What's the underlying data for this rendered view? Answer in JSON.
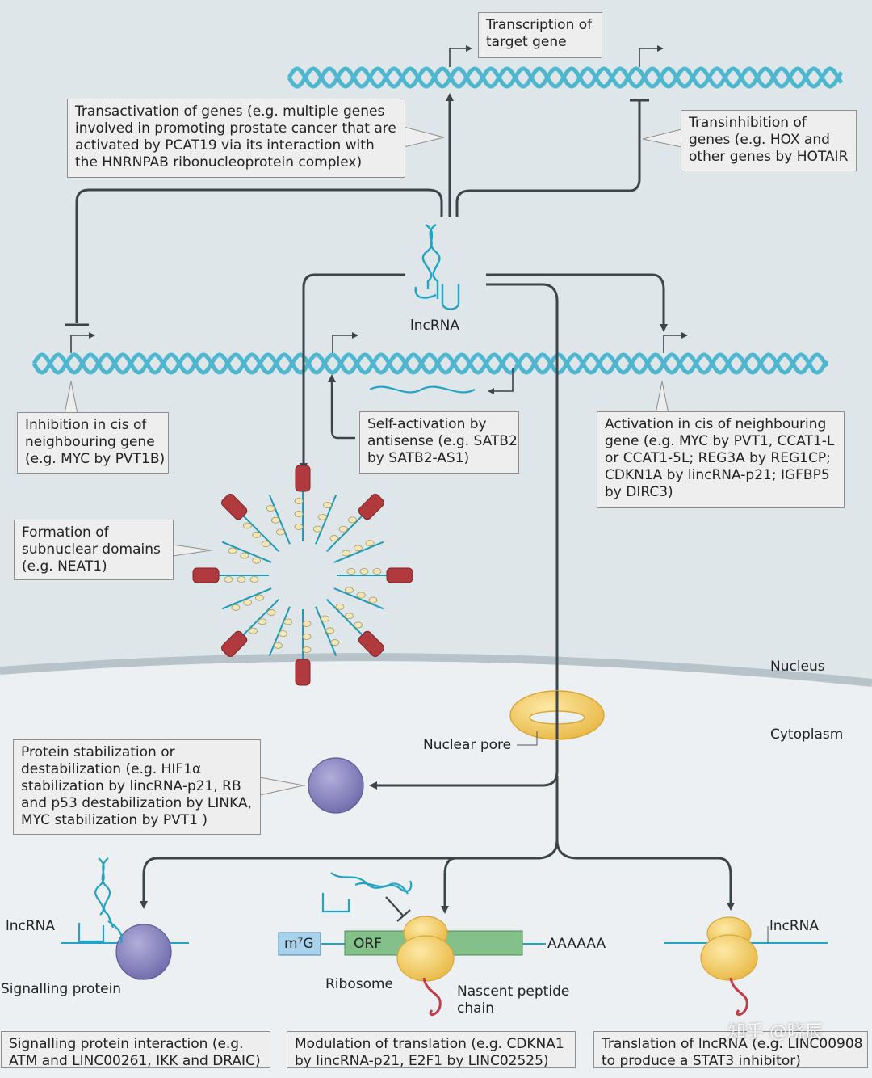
{
  "labels": {
    "transcription_target": [
      "Transcription of",
      "target gene"
    ],
    "transactivation": [
      "Transactivation of genes (e.g. multiple genes",
      "involved in promoting prostate cancer that are",
      "activated by PCAT19 via its interaction with",
      "the HNRNPAB ribonucleoprotein complex)"
    ],
    "transinhibition": [
      "Transinhibition of",
      "genes (e.g. HOX and",
      "other genes by HOTAIR"
    ],
    "lncrna_center": "lncRNA",
    "inhibition_cis": [
      "Inhibition in cis of",
      "neighbouring gene",
      "(e.g. MYC by PVT1B)"
    ],
    "self_activation": [
      "Self-activation by",
      "antisense (e.g. SATB2",
      "by SATB2-AS1)"
    ],
    "activation_cis": [
      "Activation in cis of neighbouring",
      "gene (e.g. MYC by PVT1, CCAT1-L",
      "or CCAT1-5L;  REG3A by REG1CP;",
      "CDKN1A by lincRNA-p21; IGFBP5",
      "by DIRC3)"
    ],
    "subnuclear": [
      "Formation of",
      "subnuclear domains",
      "(e.g. NEAT1)"
    ],
    "nucleus": "Nucleus",
    "cytoplasm": "Cytoplasm",
    "nuclear_pore": "Nuclear pore",
    "protein_stab": [
      "Protein stabilization or",
      "destabilization (e.g. HIF1α",
      "stabilization by lincRNA-p21, RB",
      "and p53 destabilization by LINKA,",
      "MYC stabilization by PVT1 )"
    ],
    "lncrna_left": "lncRNA",
    "signalling_protein": "Signalling protein",
    "m7g": "m⁷G",
    "orf": "ORF",
    "polya": "AAAAAA",
    "ribosome": "Ribosome",
    "nascent": [
      "Nascent peptide",
      "chain"
    ],
    "lncrna_right": "lncRNA",
    "bottom_signalling": [
      "Signalling protein interaction (e.g.",
      "ATM and LINC00261, IKK and DRAIC)"
    ],
    "bottom_translation_mod": [
      "Modulation of translation (e.g. CDKNA1",
      "by lincRNA-p21, E2F1 by LINC02525)"
    ],
    "bottom_translation": [
      "Translation of lncRNA (e.g. LINC00908",
      "to produce a STAT3 inhibitor)"
    ],
    "watermark": "知乎 @晓辰"
  },
  "colors": {
    "nucleus_bg": "#dfe6ea",
    "cytoplasm_bg": "#ecf0f2",
    "dna": "#4fb6cf",
    "arrow": "#3a4449",
    "pore": "#f5d27a",
    "protein": "#8b87c0",
    "ribosome": "#f6d46d",
    "orf": "#84c08a",
    "m7g": "#a9d2ec",
    "peptide": "#c33a48",
    "domain_red": "#b03a3e"
  }
}
